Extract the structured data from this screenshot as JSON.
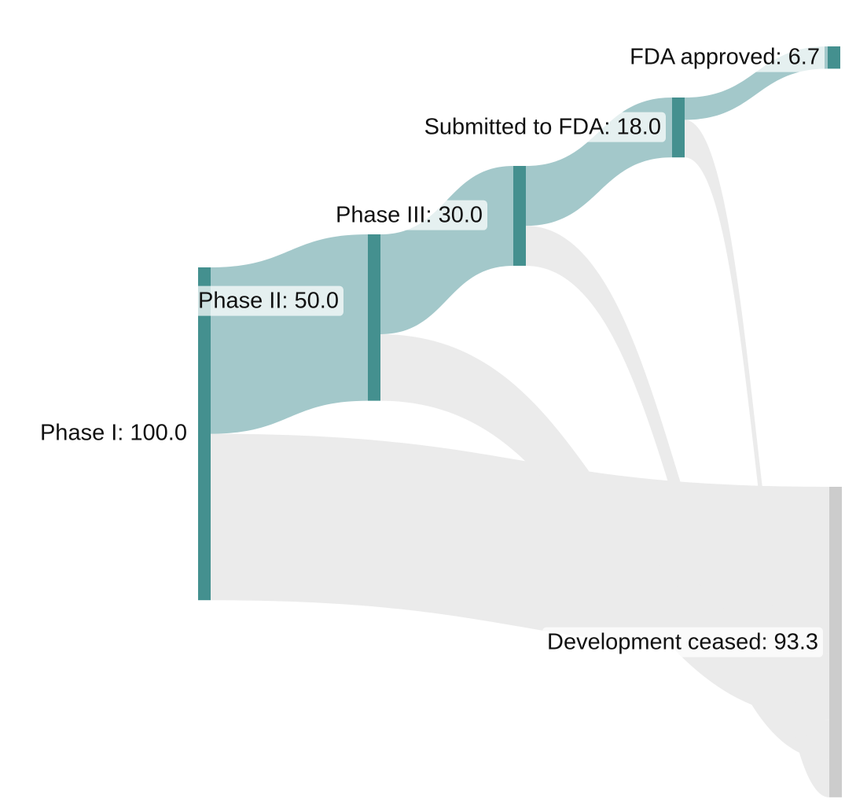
{
  "chart_data": {
    "type": "sankey",
    "title": "",
    "nodes": [
      {
        "id": "phase1",
        "label": "Phase I: 100.0",
        "name": "Phase I",
        "value": 100.0,
        "color": "#44908f"
      },
      {
        "id": "phase2",
        "label": "Phase II: 50.0",
        "name": "Phase II",
        "value": 50.0,
        "color": "#44908f"
      },
      {
        "id": "phase3",
        "label": "Phase III: 30.0",
        "name": "Phase III",
        "value": 30.0,
        "color": "#44908f"
      },
      {
        "id": "submitted",
        "label": "Submitted to FDA: 18.0",
        "name": "Submitted to FDA",
        "value": 18.0,
        "color": "#44908f"
      },
      {
        "id": "approved",
        "label": "FDA approved: 6.7",
        "name": "FDA approved",
        "value": 6.7,
        "color": "#44908f"
      },
      {
        "id": "ceased",
        "label": "Development ceased: 93.3",
        "name": "Development ceased",
        "value": 93.3,
        "color": "#cccccc"
      }
    ],
    "links": [
      {
        "source": "phase1",
        "target": "phase2",
        "value": 50.0,
        "kind": "progress"
      },
      {
        "source": "phase1",
        "target": "ceased",
        "value": 50.0,
        "kind": "ceased"
      },
      {
        "source": "phase2",
        "target": "phase3",
        "value": 30.0,
        "kind": "progress"
      },
      {
        "source": "phase2",
        "target": "ceased",
        "value": 20.0,
        "kind": "ceased"
      },
      {
        "source": "phase3",
        "target": "submitted",
        "value": 18.0,
        "kind": "progress"
      },
      {
        "source": "phase3",
        "target": "ceased",
        "value": 12.0,
        "kind": "ceased"
      },
      {
        "source": "submitted",
        "target": "approved",
        "value": 6.7,
        "kind": "progress"
      },
      {
        "source": "submitted",
        "target": "ceased",
        "value": 11.3,
        "kind": "ceased"
      }
    ],
    "colors": {
      "progress_link": "#a3c8ca",
      "ceased_link": "#ebebeb",
      "node": "#44908f",
      "ceased_node": "#cccccc"
    }
  }
}
